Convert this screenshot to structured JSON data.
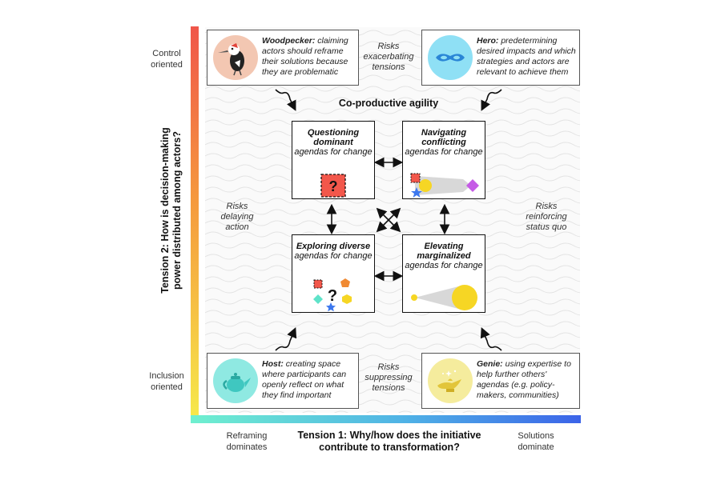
{
  "tension2": {
    "title_line1": "Tension 2: How is decision-making",
    "title_line2": "power distributed among actors?",
    "top_label": "Control oriented",
    "bottom_label": "Inclusion oriented"
  },
  "tension1": {
    "title_line1": "Tension 1: Why/how does the initiative",
    "title_line2": "contribute to transformation?",
    "left_label": "Reframing dominates",
    "right_label": "Solutions dominate"
  },
  "center_title": "Co-productive agility",
  "roles": {
    "woodpecker": {
      "name": "Woodpecker:",
      "desc": "claiming actors should reframe their solutions because they are problematic"
    },
    "hero": {
      "name": "Hero:",
      "desc": "predetermining desired impacts and which strategies and actors are relevant to achieve them"
    },
    "host": {
      "name": "Host:",
      "desc": "creating space where participants can openly reflect on what they find important"
    },
    "genie": {
      "name": "Genie:",
      "desc": "using expertise to help further others' agendas (e.g. policy-makers, communities)"
    }
  },
  "boxes": {
    "questioning": {
      "bold": "Questioning dominant",
      "rest": "agendas for change"
    },
    "navigating": {
      "bold": "Navigating conflicting",
      "rest": "agendas for change"
    },
    "exploring": {
      "bold": "Exploring diverse",
      "rest": "agendas for change"
    },
    "elevating": {
      "bold": "Elevating marginalized",
      "rest": "agendas for change"
    }
  },
  "risks": {
    "top": "Risks exacerbating tensions",
    "left": "Risks delaying action",
    "right": "Risks reinforcing status quo",
    "bottom": "Risks suppressing tensions"
  },
  "colors": {
    "vertical_top": "#f0564a",
    "vertical_bottom": "#f6e84a",
    "horizontal_left": "#6ff0cf",
    "horizontal_right": "#3b63e8",
    "woodpecker_circle": "#f3c7b2",
    "hero_circle": "#8fe0f5",
    "host_circle": "#8fe9e2",
    "genie_circle": "#f5ec9d",
    "red_square": "#f2574b",
    "yellow": "#f6d624",
    "purple": "#c55be6",
    "blue_star": "#3d78ee",
    "teal_diamond": "#5fe3c9",
    "orange": "#f08a33"
  }
}
